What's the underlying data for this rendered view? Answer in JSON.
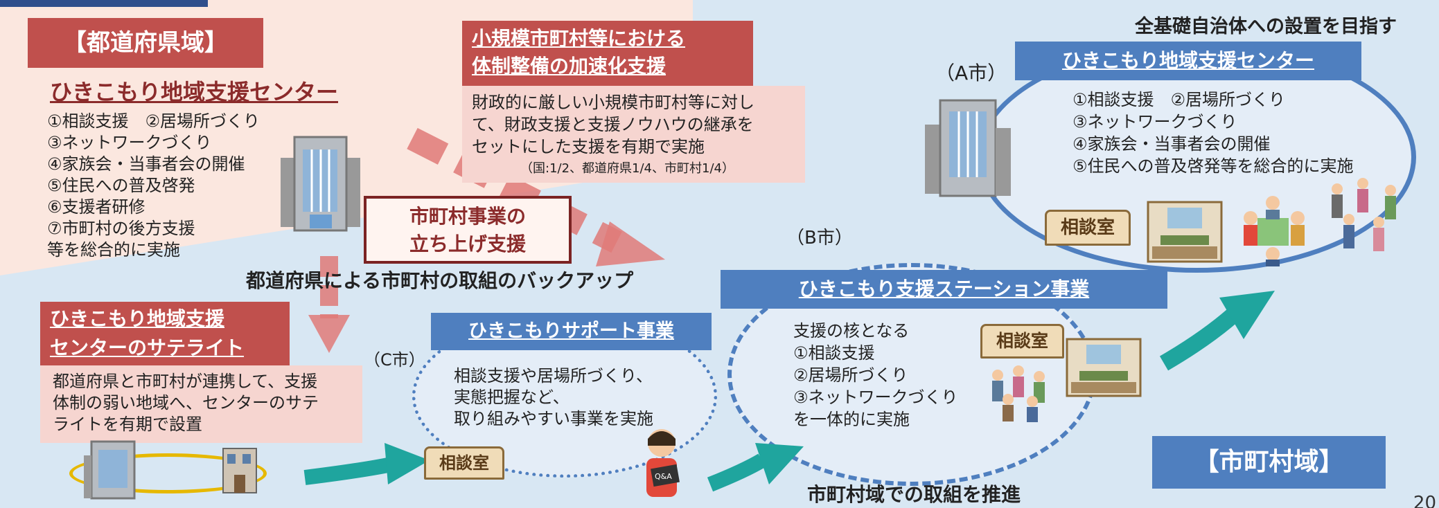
{
  "prefecture": {
    "region_label": "【都道府県域】",
    "center_title": "ひきこもり地域支援センター",
    "services": [
      "①相談支援　②居場所づくり",
      "③ネットワークづくり",
      "④家族会・当事者会の開催",
      "⑤住民への普及啓発",
      "⑥支援者研修",
      "⑦市町村の後方支援",
      "等を総合的に実施"
    ]
  },
  "small_muni": {
    "title_lines": [
      "小規模市町村等における",
      "体制整備の加速化支援"
    ],
    "body_lines": [
      "財政的に厳しい小規模市町村等に対し",
      "て、財政支援と支援ノウハウの継承を",
      "セットにした支援を有期で実施"
    ],
    "ratio": "（国:1/2、都道府県1/4、市町村1/4）"
  },
  "launch": {
    "lines": [
      "市町村事業の",
      "立ち上げ支援"
    ]
  },
  "backup_text": "都道府県による市町村の取組のバックアップ",
  "satellite": {
    "title_lines": [
      "ひきこもり地域支援",
      "センターのサテライト"
    ],
    "body_lines": [
      "都道府県と市町村が連携して、支援",
      "体制の弱い地域へ、センターのサテ",
      "ライトを有期で設置"
    ]
  },
  "c_city": {
    "label": "（C市）",
    "title": "ひきこもりサポート事業",
    "body_lines": [
      "相談支援や居場所づくり、",
      "実態把握など、",
      "取り組みやすい事業を実施"
    ],
    "room": "相談室",
    "qa": "Q&A"
  },
  "b_city": {
    "label": "（B市）",
    "title": "ひきこもり支援ステーション事業",
    "body_lines": [
      "支援の核となる",
      "①相談支援",
      "②居場所づくり",
      "③ネットワークづくり",
      "を一体的に実施"
    ],
    "room": "相談室"
  },
  "a_city": {
    "label": "（A市）",
    "goal": "全基礎自治体への設置を目指す",
    "title": "ひきこもり地域支援センター",
    "body_lines": [
      "①相談支援　②居場所づくり",
      "③ネットワークづくり",
      "④家族会・当事者会の開催",
      "⑤住民への普及啓発等を総合的に実施"
    ],
    "room": "相談室"
  },
  "muni_promote": "市町村域での取組を推進",
  "muni_region_label": "【市町村域】",
  "page_number": "20",
  "colors": {
    "red": "#c0504d",
    "blue": "#4f7fbf",
    "teal": "#1fa59e",
    "pink_arrow": "#e07a78"
  }
}
